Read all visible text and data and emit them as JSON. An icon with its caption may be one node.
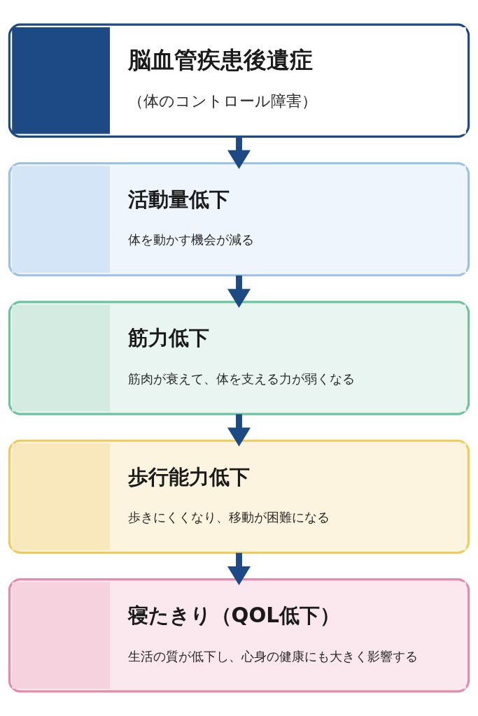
{
  "diagram": {
    "nodes": [
      {
        "text": [
          "脳血管疾患後遺症",
          "（体のコントロール障害）"
        ]
      },
      {
        "text": [
          "活動量低下",
          "体を動かす機会が減る"
        ]
      },
      {
        "text": [
          "筋力低下",
          "筋肉が衰えて、体を支える力が弱くなる"
        ]
      },
      {
        "text": [
          "歩行能力低下",
          "歩きにくくなり、移動が困難になる"
        ]
      },
      {
        "text": [
          "寝たきり（QOL低下）",
          "生活の質が低下し、心身の健康にも大きく影響する"
        ]
      }
    ],
    "edges": [
      {
        "from": 0,
        "to": 1,
        "arrow": "to"
      },
      {
        "from": 1,
        "to": 2,
        "arrow": "to"
      },
      {
        "from": 2,
        "to": 3,
        "arrow": "to"
      },
      {
        "from": 3,
        "to": 4,
        "arrow": "to"
      }
    ]
  }
}
